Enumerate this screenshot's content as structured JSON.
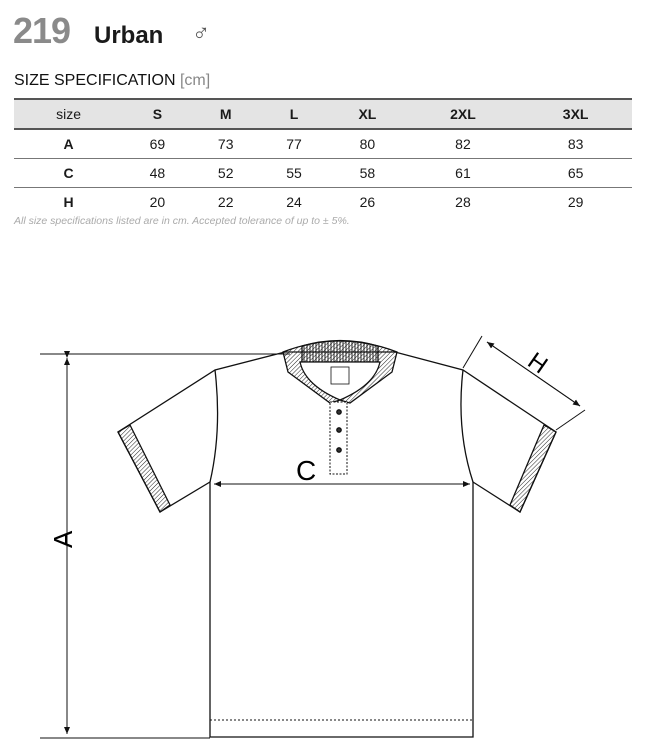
{
  "product": {
    "number": "219",
    "name": "Urban",
    "gender_symbol": "♂"
  },
  "spec_title": "SIZE SPECIFICATION",
  "spec_unit": "[cm]",
  "table": {
    "headers": [
      "size",
      "S",
      "M",
      "L",
      "XL",
      "2XL",
      "3XL"
    ],
    "rows": [
      [
        "A",
        "69",
        "73",
        "77",
        "80",
        "82",
        "83"
      ],
      [
        "C",
        "48",
        "52",
        "55",
        "58",
        "61",
        "65"
      ],
      [
        "H",
        "20",
        "22",
        "24",
        "26",
        "28",
        "29"
      ]
    ]
  },
  "note": "All size specifications listed are in cm. Accepted tolerance of up to ± 5%.",
  "diagram": {
    "label_a": "A",
    "label_c": "C",
    "label_h": "H"
  }
}
